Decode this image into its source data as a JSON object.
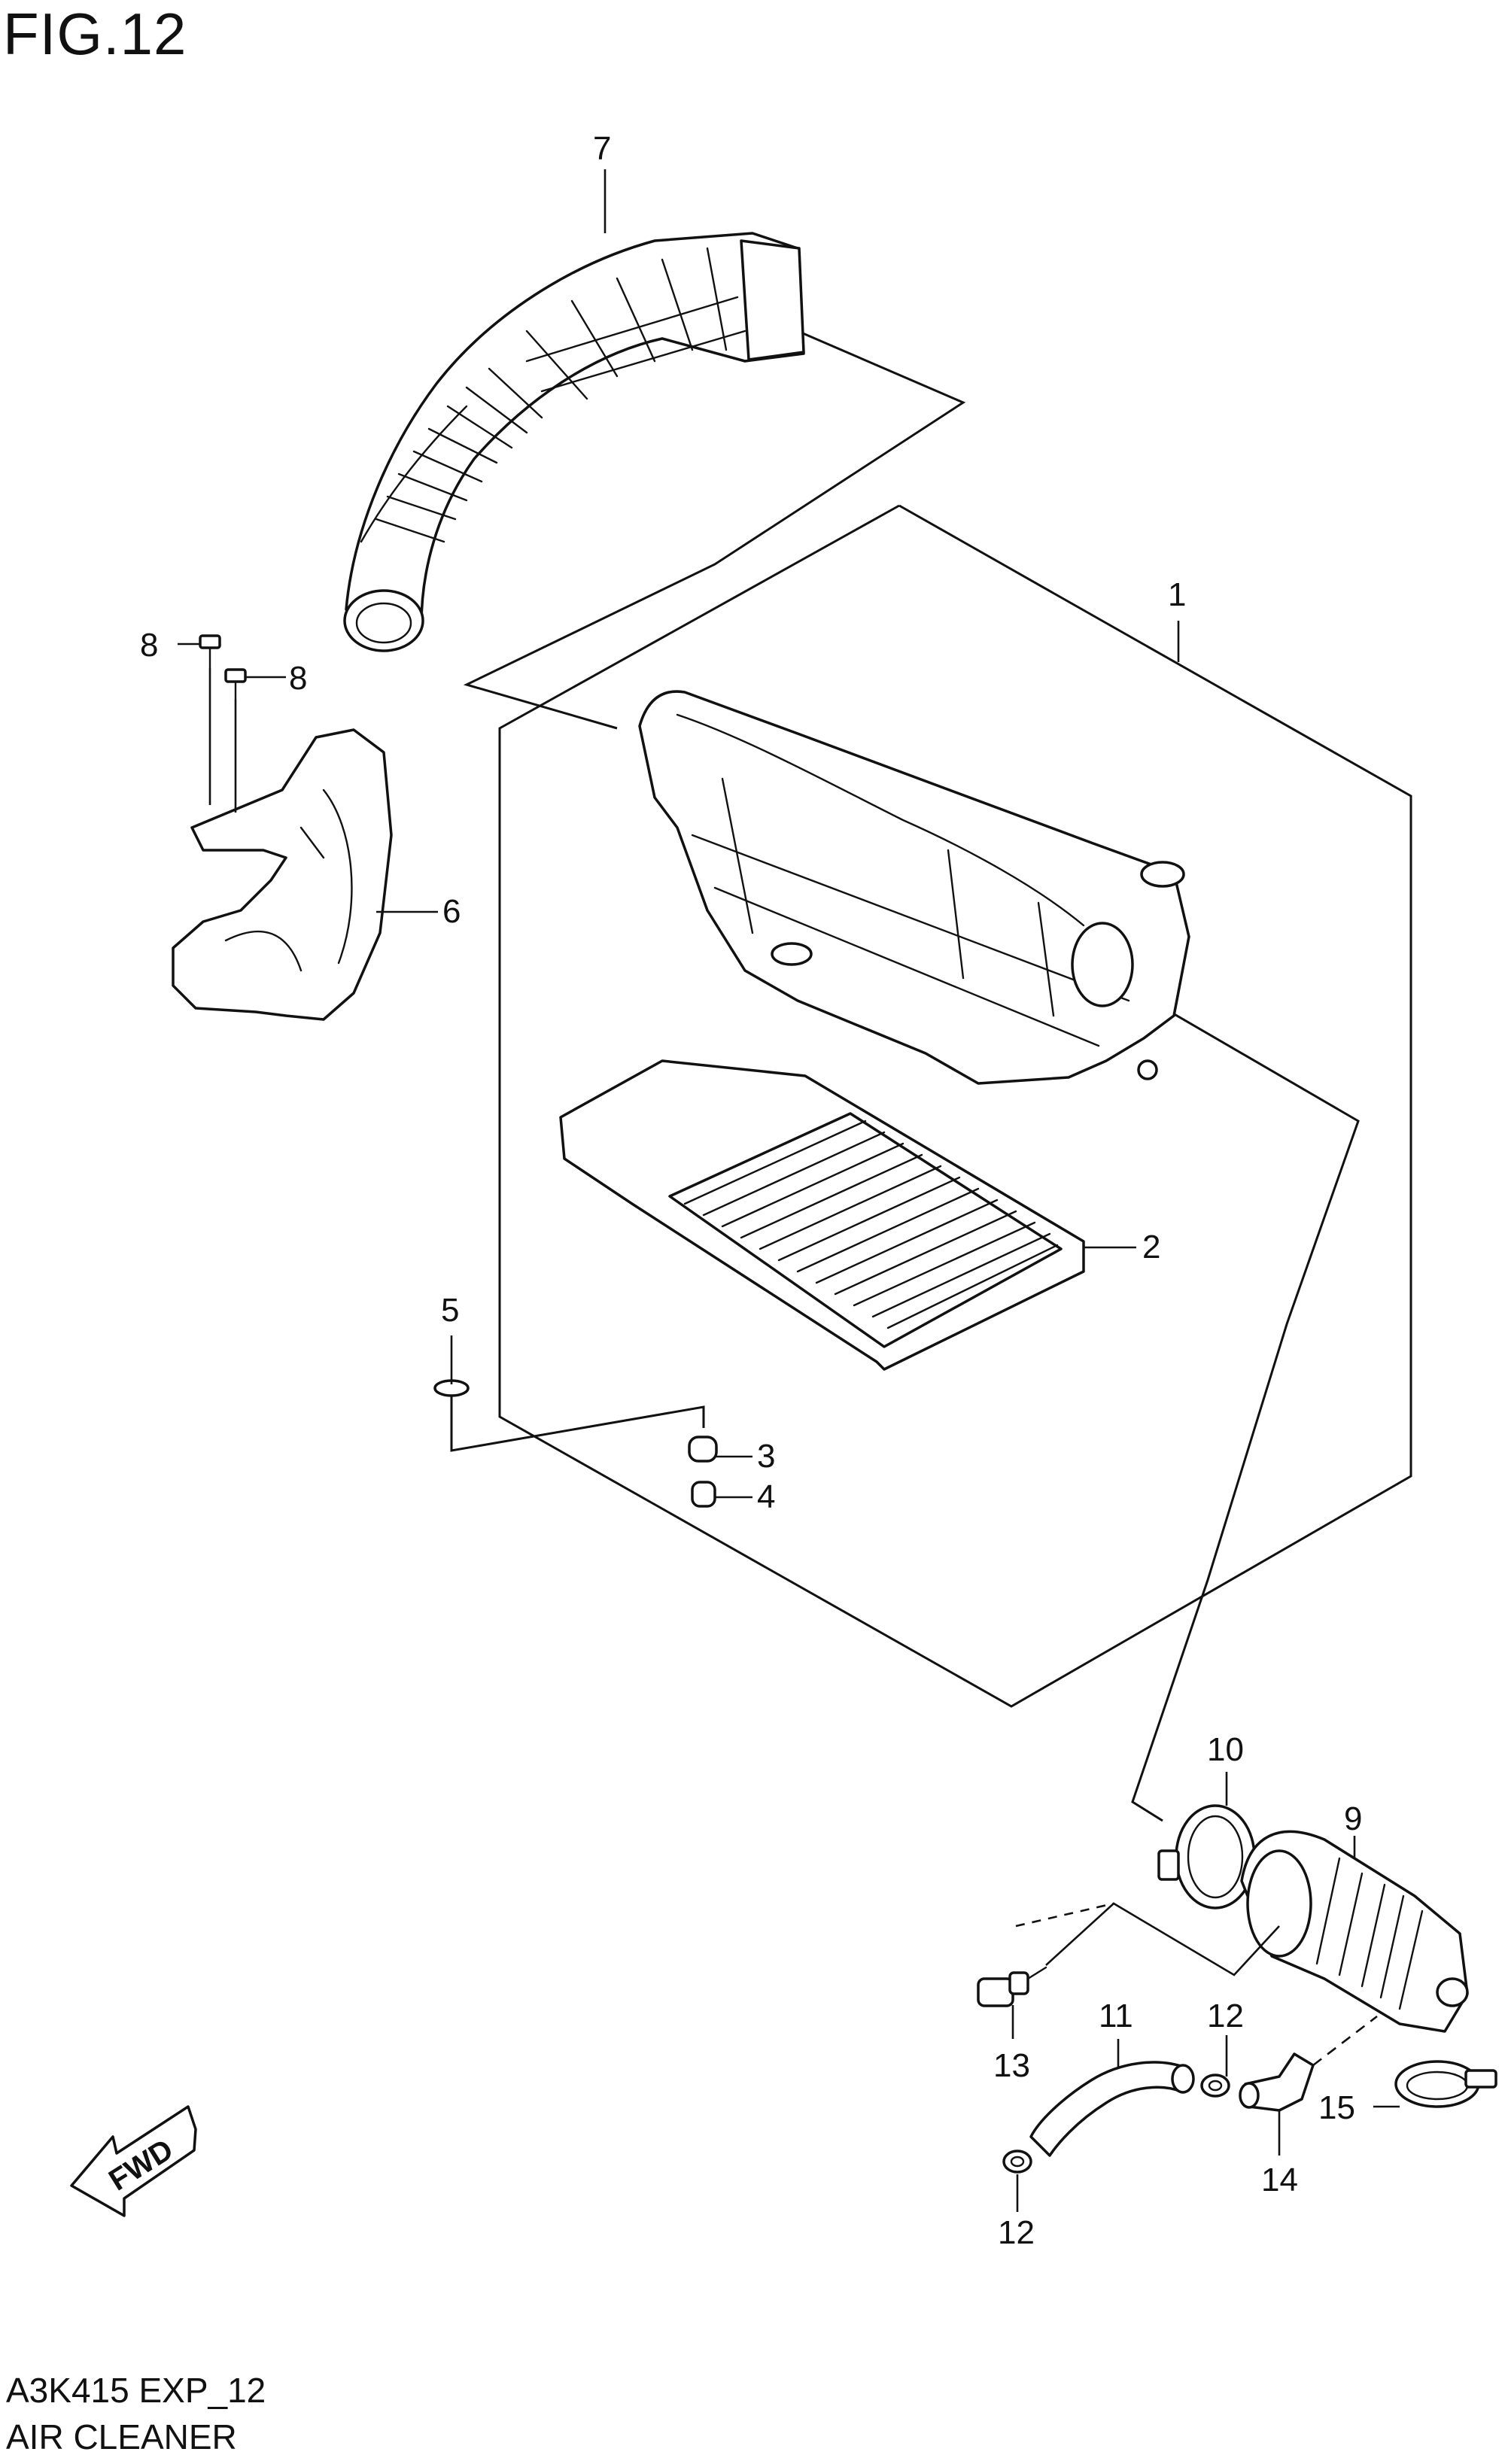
{
  "figure": {
    "title": "FIG.12",
    "code": "A3K415 EXP_12",
    "name": "AIR CLEANER",
    "fwd_label": "FWD"
  },
  "callouts": [
    {
      "id": "c1",
      "label": "1"
    },
    {
      "id": "c2",
      "label": "2"
    },
    {
      "id": "c3",
      "label": "3"
    },
    {
      "id": "c4",
      "label": "4"
    },
    {
      "id": "c5",
      "label": "5"
    },
    {
      "id": "c6",
      "label": "6"
    },
    {
      "id": "c7",
      "label": "7"
    },
    {
      "id": "c8a",
      "label": "8"
    },
    {
      "id": "c8b",
      "label": "8"
    },
    {
      "id": "c9",
      "label": "9"
    },
    {
      "id": "c10",
      "label": "10"
    },
    {
      "id": "c11",
      "label": "11"
    },
    {
      "id": "c12a",
      "label": "12"
    },
    {
      "id": "c12b",
      "label": "12"
    },
    {
      "id": "c13",
      "label": "13"
    },
    {
      "id": "c14",
      "label": "14"
    },
    {
      "id": "c15",
      "label": "15"
    }
  ]
}
